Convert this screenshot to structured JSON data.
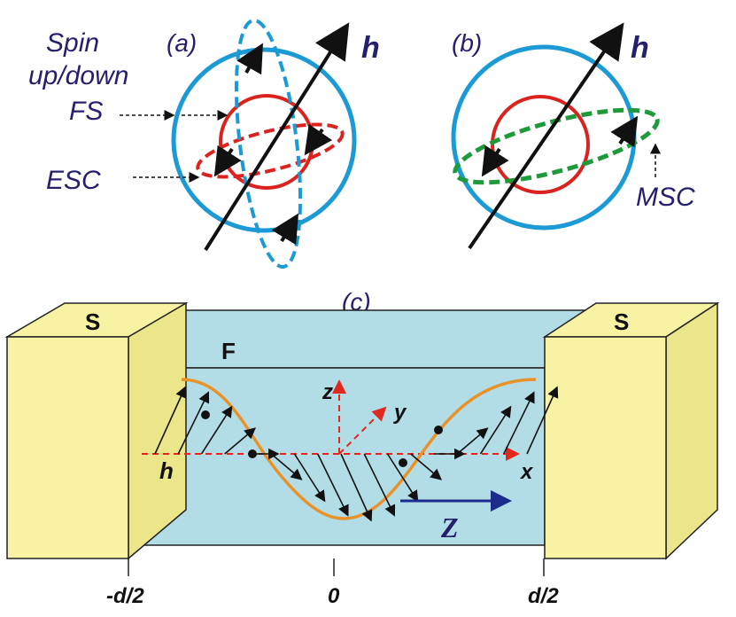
{
  "panel_a": {
    "label": "(a)",
    "field_label": "h",
    "spin_label_1": "Spin",
    "spin_label_2": "up/down",
    "spin_label_3": "FS",
    "esc_label": "ESC"
  },
  "panel_b": {
    "label": "(b)",
    "field_label": "h",
    "msc_label": "MSC"
  },
  "panel_c": {
    "label": "(c)",
    "left_electrode": "S",
    "right_electrode": "S",
    "ferromagnet": "F",
    "axis_z": "z",
    "axis_y": "y",
    "axis_x": "x",
    "field_label": "h",
    "propagation": "Z",
    "tick_left": "-d/2",
    "tick_center": "0",
    "tick_right": "d/2"
  },
  "colors": {
    "outer_fs": "#1b9ad6",
    "inner_fs": "#d9231f",
    "esc_ellipse": "#d9231f",
    "esc_blue_ellipse": "#1b9ad6",
    "msc_ellipse": "#1e9a3a",
    "electrode": "#f7f3a3",
    "ferromagnet": "#b2dde6",
    "axes": "#e0281e",
    "helix": "#e8922a",
    "z_arrow": "#1b2c8c",
    "label_text": "#24206e"
  }
}
